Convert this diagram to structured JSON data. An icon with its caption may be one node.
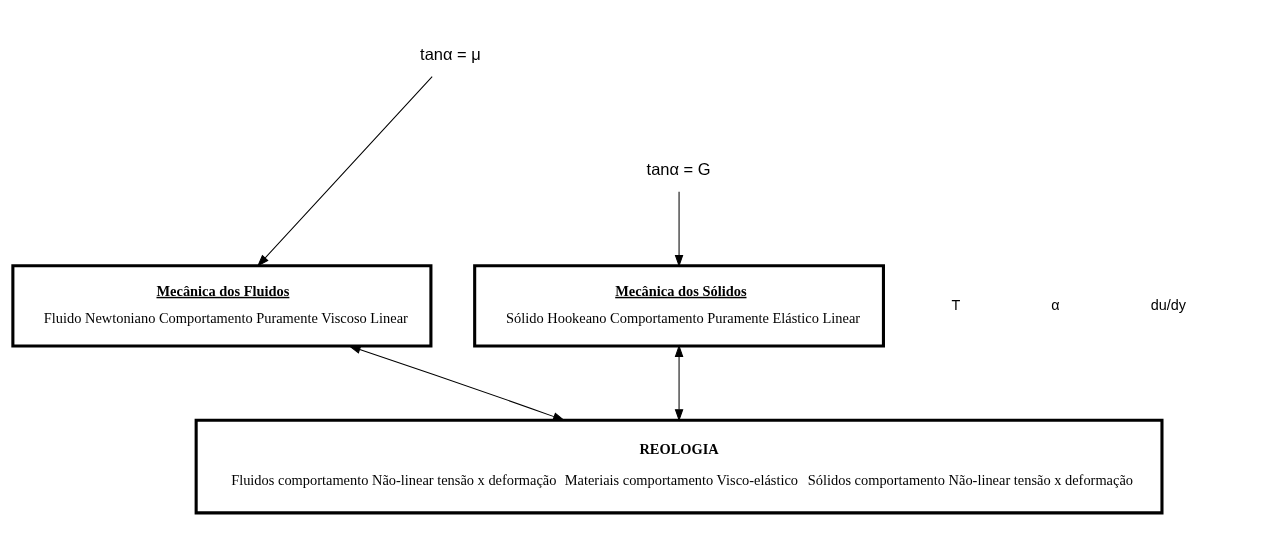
{
  "diagram": {
    "nodes": [
      {
        "text": [
          "Mecânica dos Fluidos",
          "Fluido Newtoniano Comportamento Puramente Viscoso Linear"
        ]
      },
      {
        "text": [
          "tanα = μ"
        ]
      },
      {
        "text": [
          "tanα = G"
        ]
      },
      {
        "text": [
          "Mecânica dos Sólidos",
          "Sólido Hookeano Comportamento Puramente Elástico Linear"
        ]
      },
      {
        "text": [
          "REOLOGIA",
          "Fluidos comportamento Não-linear tensão x deformação",
          "Materiais comportamento Visco-elástico",
          "Sólidos comportamento Não-linear tensão x deformação"
        ]
      }
    ],
    "edges": [
      {
        "from": 1,
        "to": 0,
        "arrow": "to"
      },
      {
        "from": 2,
        "to": 3,
        "arrow": "to"
      },
      {
        "from": 0,
        "to": 4,
        "arrow": "both"
      },
      {
        "from": 3,
        "to": 4,
        "arrow": "both"
      }
    ],
    "labels": [
      "T",
      "α",
      "du/dy"
    ]
  }
}
